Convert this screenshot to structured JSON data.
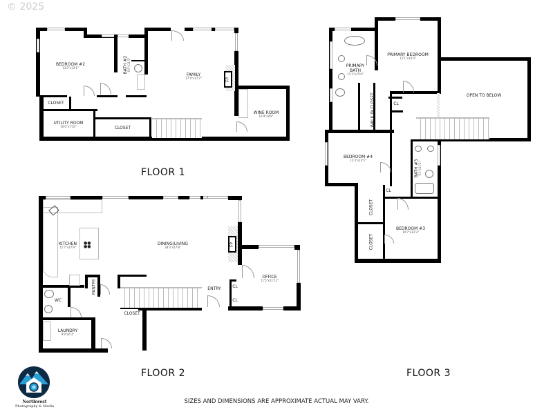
{
  "copyright": "© 2025",
  "disclaimer": "SIZES AND DIMENSIONS ARE APPROXIMATE ACTUAL MAY VARY.",
  "logo": {
    "icon": "camera-mountain-logo-icon",
    "name": "Northwest",
    "tagline": "Photography & Media",
    "colors": {
      "dark": "#0c2a44",
      "accent": "#2a9fd6"
    }
  },
  "floors": [
    {
      "title": "FLOOR 1",
      "rooms": [
        {
          "name": "BEDROOM #2",
          "dim": "13'2\"x13'1\""
        },
        {
          "name": "BATH #2",
          "dim": "6'0\"x11'5\""
        },
        {
          "name": "FAMILY",
          "dim": "17'4\"x17'7\""
        },
        {
          "name": "FP",
          "dim": ""
        },
        {
          "name": "WINE ROOM",
          "dim": "10'4\"x9'9\""
        },
        {
          "name": "CLOSET",
          "dim": ""
        },
        {
          "name": "UTILITY ROOM",
          "dim": "10'0\"x7'10\""
        },
        {
          "name": "CLOSET",
          "dim": ""
        }
      ]
    },
    {
      "title": "FLOOR 2",
      "rooms": [
        {
          "name": "KITCHEN",
          "dim": "11'7\"x17'9\""
        },
        {
          "name": "DINING/LIVING",
          "dim": "28'3\"x17'8\""
        },
        {
          "name": "FP",
          "dim": ""
        },
        {
          "name": "OFFICE",
          "dim": "11'5\"x11'11\""
        },
        {
          "name": "PANTRY",
          "dim": ""
        },
        {
          "name": "WC",
          "dim": ""
        },
        {
          "name": "ENTRY",
          "dim": ""
        },
        {
          "name": "CL",
          "dim": ""
        },
        {
          "name": "CL",
          "dim": ""
        },
        {
          "name": "CLOSET",
          "dim": ""
        },
        {
          "name": "LAUNDRY",
          "dim": "9'9\"x6'3\""
        }
      ]
    },
    {
      "title": "FLOOR 3",
      "rooms": [
        {
          "name": "PRIMARY BEDROOM",
          "dim": "12'1\"x14'3\""
        },
        {
          "name": "PRIMARY BATH",
          "dim": "11'1\"x15'6\""
        },
        {
          "name": "WALK IN CLOSET",
          "dim": ""
        },
        {
          "name": "CL",
          "dim": ""
        },
        {
          "name": "OPEN TO BELOW",
          "dim": ""
        },
        {
          "name": "BEDROOM #4",
          "dim": "12'3\"x10'5\""
        },
        {
          "name": "BATH #3",
          "dim": "5'1\"x11'2\""
        },
        {
          "name": "CL",
          "dim": ""
        },
        {
          "name": "CLOSET",
          "dim": ""
        },
        {
          "name": "CLOSET",
          "dim": ""
        },
        {
          "name": "BEDROOM #3",
          "dim": "10'7\"x12'3\""
        }
      ]
    }
  ]
}
